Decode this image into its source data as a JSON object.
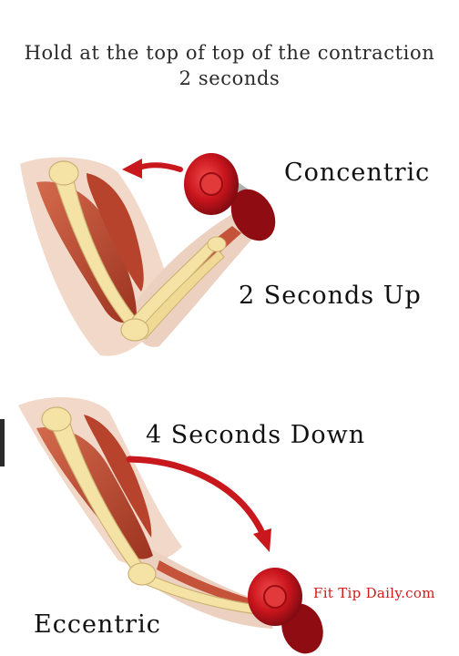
{
  "header": {
    "line1": "Hold at the top of top of the contraction",
    "line2": "2 seconds"
  },
  "labels": {
    "concentric": "Concentric",
    "seconds_up": "2 Seconds Up",
    "seconds_down": "4 Seconds Down",
    "eccentric": "Eccentric"
  },
  "brand": "Fit Tip Daily.com",
  "colors": {
    "skin": "#f1d8c8",
    "muscle": "#b8432c",
    "bone": "#f5e3a6",
    "dumbbell": "#c8141c",
    "arrow": "#c8181e",
    "brand": "#d11a1a"
  }
}
